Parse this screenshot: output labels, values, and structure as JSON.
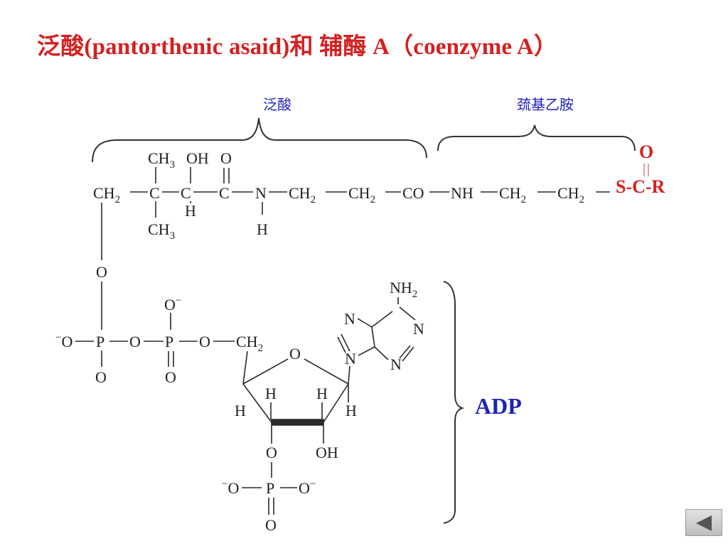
{
  "title": "泛酸(pantorthenic  asaid)和  辅酶 A（coenzyme  A）",
  "labels": {
    "pantothenic_acid": "泛酸",
    "cysteamine": "巯基乙胺",
    "adp": "ADP",
    "thioester": "S-C-R",
    "carbonyl_o": "O"
  },
  "atoms": {
    "ch3": "CH",
    "oh": "OH",
    "o": "O",
    "ch": "CH",
    "c": "C",
    "n": "N",
    "h": "H",
    "co": "CO",
    "nh": "NH",
    "p": "P",
    "o_minus": "O",
    "nh2": "NH",
    "sub2": "2",
    "sub3": "3",
    "minus": "−"
  },
  "colors": {
    "title": "#d42020",
    "label": "#1e22b8",
    "bond": "#2a2a2a"
  },
  "nav": {
    "icon": "triangle-left-icon"
  }
}
